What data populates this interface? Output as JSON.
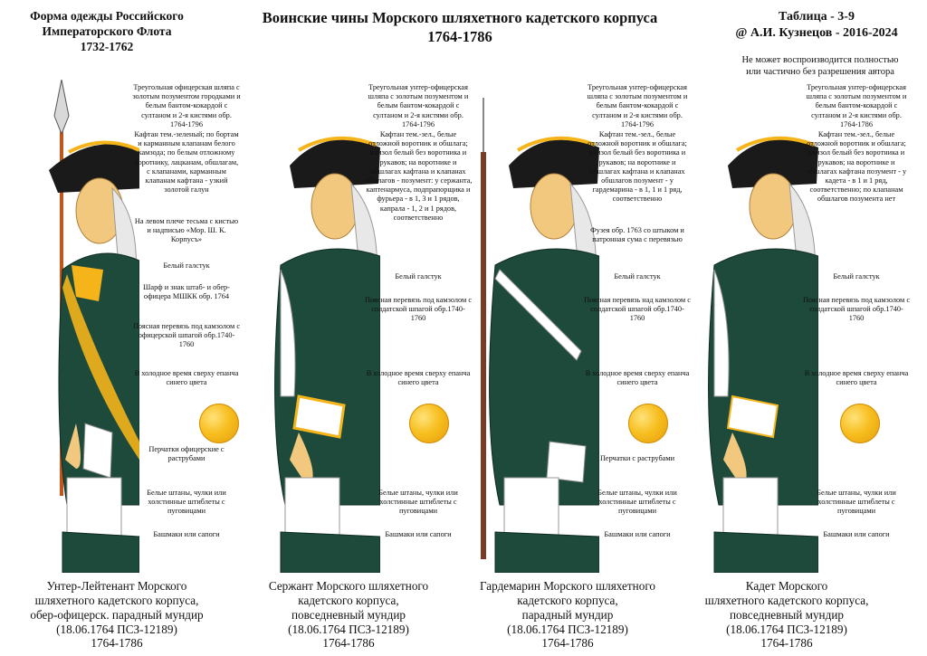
{
  "header": {
    "left": [
      "Форма одежды Российского",
      "Императорского Флота",
      "1732-1762"
    ],
    "center": [
      "Воинские чины Морского шляхетного кадетского корпуса",
      "1764-1786"
    ],
    "right": [
      "Таблица - 3-9",
      "@ А.И. Кузнецов - 2016-2024"
    ],
    "note": [
      "Не может воспроизводится полностью",
      "или частично без разрешения автора"
    ]
  },
  "colors": {
    "coat": "#1d4a3a",
    "gold": "#f4b41a",
    "white": "#ffffff",
    "skin": "#f2c87e",
    "hat": "#1a1a1a",
    "staff": "#c2561a",
    "musket": "#7a3b25"
  },
  "panels": [
    {
      "notes": [
        "Треугольная офицерская шляпа с золотым позументом городками и белым бантом-кокардой с султаном и 2-я кистями обр. 1764-1796",
        "Кафтан тем.-зеленый; по бортам и карманным клапанам белого камзода; по белым отложному воротнику, лацканам, обшлагам, с клапанами, карманным клапанам кафтана - узкий золотой галун",
        "На левом плече тесьма с кистью и надписью «Мор. Ш. К. Корпусъ»",
        "Белый галстук",
        "Шарф и знак штаб- и обер-офицера МШКК обр. 1764",
        "Поясная перевязь под камзолом с офицерской шпагой обр.1740-1760",
        "В холодное время сверху епанча синего цвета",
        "Перчатки офицерские с раструбами",
        "Белые штаны, чулки или холстинные штиблеты с пуговицами",
        "Башмаки или сапоги"
      ],
      "caption": [
        "Унтер-Лейтенант Морского",
        "шляхетного кадетского корпуса,",
        "обер-офицерск. парадный мундир",
        "(18.06.1764 ПСЗ-12189)",
        "1764-1786"
      ]
    },
    {
      "notes": [
        "Треугольная унтер-офицерская шляпа с золотым позументом и белым бантом-кокардой с султаном и 2-я кистями обр. 1764-1796",
        "Кафтан тем.-зел., белые отложной воротник и обшлага; камзол белый без воротника и рукавов; на воротнике и обшлагах кафтана и клапанах обшлагов - позумент: у сержанта, каптенармуса, подпрапорщика и фурьера - в 1, 3 и 1 рядов, капрала - 1, 2 и 1 рядов, соответственно",
        "Белый галстук",
        "Поясная перевязь под камзолом с солдатской шпагой обр.1740-1760",
        "В холодное время сверху епанча синего цвета",
        "Белые штаны, чулки или холстинные штиблеты с пуговицами",
        "Башмаки или сапоги"
      ],
      "caption": [
        "Сержант Морского шляхетного",
        "кадетского корпуса,",
        "повседневный мундир",
        "(18.06.1764 ПСЗ-12189)",
        "1764-1786"
      ]
    },
    {
      "notes": [
        "Треугольная унтер-офицерская шляпа с золотым позументом и белым бантом-кокардой с султаном и 2-я кистями обр. 1764-1796",
        "Кафтан тем.-зел., белые отложной воротник и обшлага; камзол белый без воротника и рукавов; на воротнике и обшлагах кафтана и клапанах обшлагов позумент - у гардемарина - в 1, 1 и 1 ряд, соответственно",
        "Фузея обр. 1763 со штыком и патронная сума с перевязью",
        "Белый галстук",
        "Поясная перевязь над камзолом с солдатской шпагой обр.1740-1760",
        "В холодное время сверху епанча синего цвета",
        "Перчатки с раструбами",
        "Белые штаны, чулки или холстинные штиблеты с пуговицами",
        "Башмаки или сапоги"
      ],
      "caption": [
        "Гардемарин Морского шляхетного",
        "кадетского корпуса,",
        "парадный мундир",
        "(18.06.1764 ПСЗ-12189)",
        "1764-1786"
      ]
    },
    {
      "notes": [
        "Треугольная унтер-офицерская шляпа с золотым позументом и белым бантом-кокардой с султаном и 2-я кистями обр. 1764-1786",
        "Кафтан тем.-зел., белые отложной воротник и обшлага; камзол белый без воротника и рукавов; на воротнике и обшлагах кафтана позумент - у кадета - в 1 и 1 ряд, соответственно; по клапанам обшлагов позумента нет",
        "Белый галстук",
        "Поясная перевязь под камзолом с солдатской шпагой обр.1740-1760",
        "В холодное время сверху епанча синего цвета",
        "Белые штаны, чулки или холстинные штиблеты с пуговицами",
        "Башмаки или сапоги"
      ],
      "caption": [
        "Кадет Морского",
        "шляхетного кадетского корпуса,",
        "повседневный мундир",
        "(18.06.1764 ПСЗ-12189)",
        "1764-1786"
      ]
    }
  ]
}
